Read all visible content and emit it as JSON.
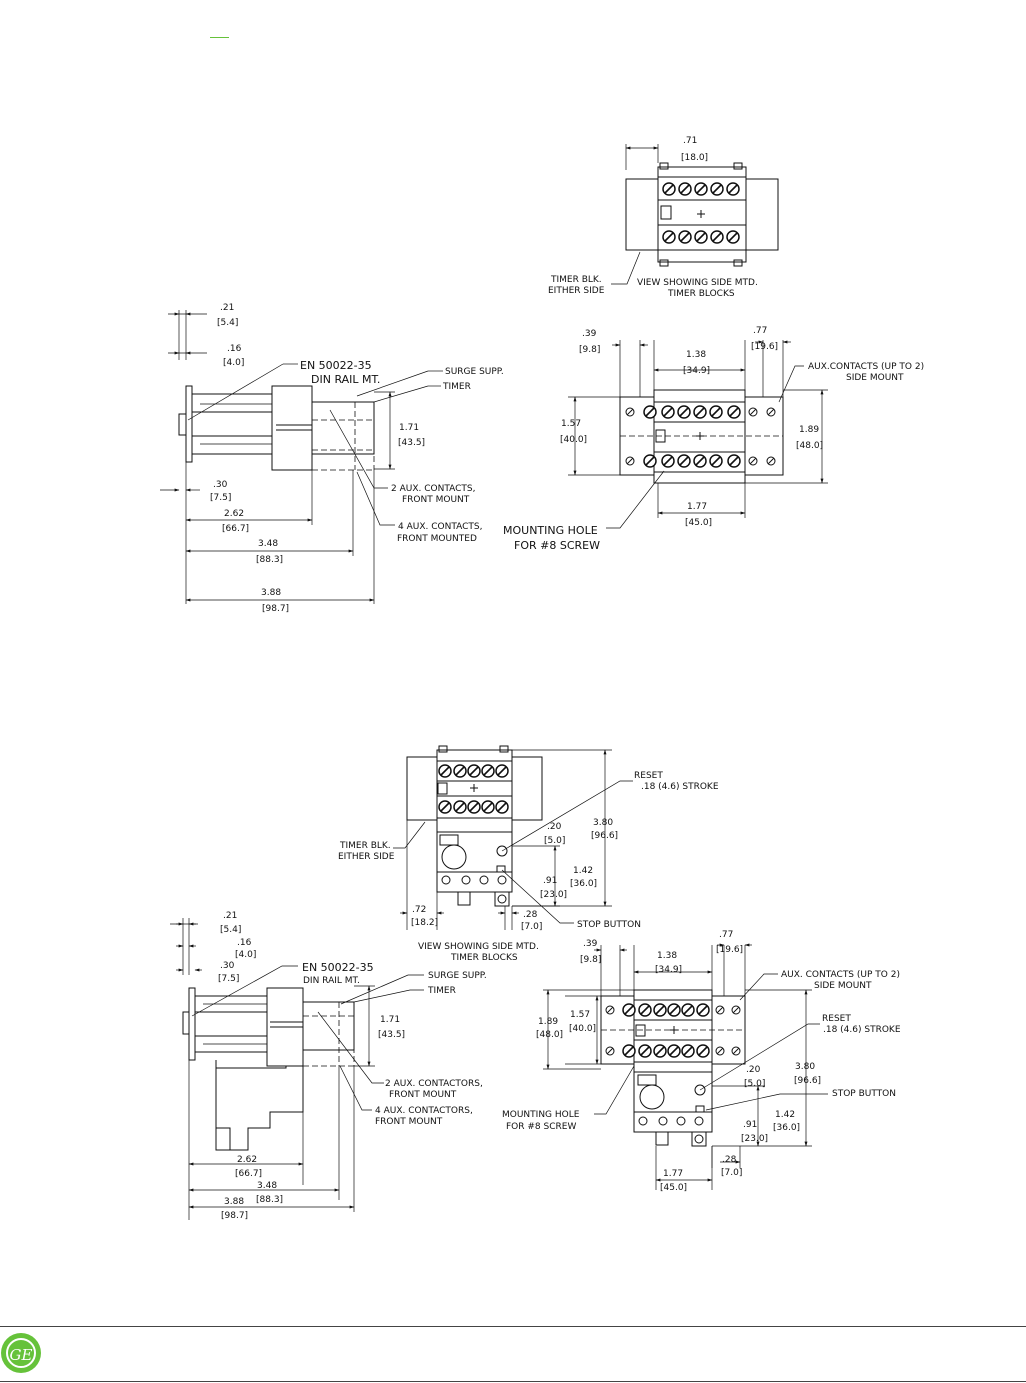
{
  "top": {
    "side_view": {
      "dims": {
        "d021": ".21",
        "d021m": "[5.4]",
        "d016": ".16",
        "d016m": "[4.0]",
        "d030": ".30",
        "d030m": "[7.5]",
        "d262": "2.62",
        "d262m": "[66.7]",
        "d348": "3.48",
        "d348m": "[88.3]",
        "d388": "3.88",
        "d388m": "[98.7]",
        "d171": "1.71",
        "d171m": "[43.5]"
      },
      "labels": {
        "din1": "EN 50022-35",
        "din2": "DIN RAIL MT.",
        "surge": "SURGE SUPP.",
        "timer": "TIMER",
        "aux2a": "2 AUX. CONTACTS,",
        "aux2b": "FRONT MOUNT",
        "aux4a": "4 AUX. CONTACTS,",
        "aux4b": "FRONT MOUNTED"
      }
    },
    "view_side_mtd": {
      "dims": {
        "d071": ".71",
        "d071m": "[18.0]"
      },
      "labels": {
        "timerblk1": "TIMER BLK.",
        "timerblk2": "EITHER SIDE",
        "view1": "VIEW SHOWING SIDE MTD.",
        "view2": "TIMER BLOCKS"
      }
    },
    "front_view": {
      "dims": {
        "d039": ".39",
        "d039m": "[9.8]",
        "d138": "1.38",
        "d138m": "[34.9]",
        "d077": ".77",
        "d077m": "[19.6]",
        "d157": "1.57",
        "d157m": "[40.0]",
        "d189": "1.89",
        "d189m": "[48.0]",
        "d177": "1.77",
        "d177m": "[45.0]"
      },
      "labels": {
        "aux1": "AUX.CONTACTS (UP TO 2)",
        "aux2": "SIDE MOUNT",
        "mh1": "MOUNTING HOLE",
        "mh2": "FOR #8 SCREW"
      }
    }
  },
  "bottom": {
    "overload_view": {
      "dims": {
        "d020": ".20",
        "d020m": "[5.0]",
        "d380": "3.80",
        "d380m": "[96.6]",
        "d142": "1.42",
        "d142m": "[36.0]",
        "d091": ".91",
        "d091m": "[23.0]",
        "d072": ".72",
        "d072m": "[18.2]",
        "d028": ".28",
        "d028m": "[7.0]"
      },
      "labels": {
        "reset1": "RESET",
        "reset2": ".18 (4.6) STROKE",
        "timerblk1": "TIMER BLK.",
        "timerblk2": "EITHER SIDE",
        "stop": "STOP BUTTON",
        "view1": "VIEW SHOWING SIDE MTD.",
        "view2": "TIMER BLOCKS"
      }
    },
    "side_view": {
      "dims": {
        "d021": ".21",
        "d021m": "[5.4]",
        "d016": ".16",
        "d016m": "[4.0]",
        "d030": ".30",
        "d030m": "[7.5]",
        "d171": "1.71",
        "d171m": "[43.5]",
        "d262": "2.62",
        "d262m": "[66.7]",
        "d348": "3.48",
        "d348m": "[88.3]",
        "d388": "3.88",
        "d388m": "[98.7]"
      },
      "labels": {
        "din1": "EN 50022-35",
        "din2": "DIN RAIL MT.",
        "surge": "SURGE SUPP.",
        "timer": "TIMER",
        "aux2a": "2 AUX. CONTACTORS,",
        "aux2b": "FRONT MOUNT",
        "aux4a": "4 AUX. CONTACTORS,",
        "aux4b": "FRONT MOUNT"
      }
    },
    "front_view": {
      "dims": {
        "d039": ".39",
        "d039m": "[9.8]",
        "d138": "1.38",
        "d138m": "[34.9]",
        "d077": ".77",
        "d077m": "[19.6]",
        "d189": "1.89",
        "d189m": "[48.0]",
        "d157": "1.57",
        "d157m": "[40.0]",
        "d020": ".20",
        "d020m": "[5.0]",
        "d380": "3.80",
        "d380m": "[96.6]",
        "d142": "1.42",
        "d142m": "[36.0]",
        "d091": ".91",
        "d091m": "[23.0]",
        "d028": ".28",
        "d028m": "[7.0]",
        "d177": "1.77",
        "d177m": "[45.0]"
      },
      "labels": {
        "aux1": "AUX. CONTACTS (UP TO 2)",
        "aux2": "SIDE MOUNT",
        "reset1": "RESET",
        "reset2": ".18 (4.6) STROKE",
        "stop": "STOP BUTTON",
        "mh1": "MOUNTING HOLE",
        "mh2": "FOR #8 SCREW"
      }
    }
  },
  "footer": {
    "logo_icon": "ge-logo-icon",
    "logo_text": "GE",
    "accent_color": "#66c23a"
  }
}
